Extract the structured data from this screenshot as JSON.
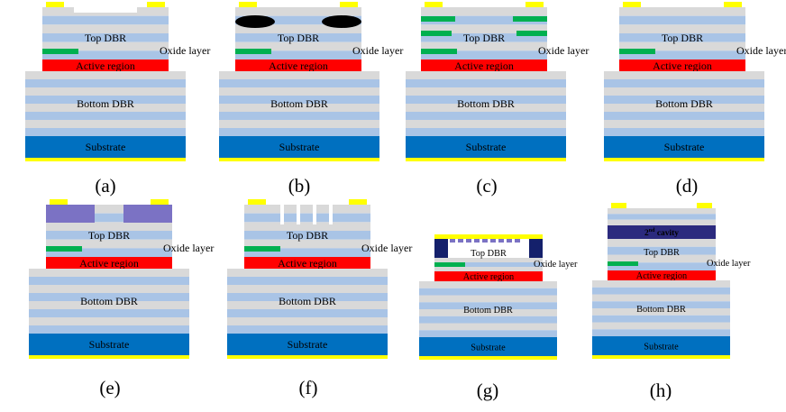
{
  "colors": {
    "light_layer": "#d9d9d9",
    "blue_layer": "#a9c4e6",
    "active": "#ff0000",
    "oxide": "#00b050",
    "substrate": "#0070c0",
    "contact": "#ffff00",
    "black_void": "#000000",
    "purple_block": "#7b72c4",
    "navy_block": "#14206b",
    "cavity": "#2b2a7e",
    "grating": "#7b72c4"
  },
  "labels": {
    "top_dbr": "Top DBR",
    "oxide_layer": "Oxide layer",
    "active_region": "Active region",
    "bottom_dbr": "Bottom DBR",
    "substrate": "Substrate",
    "cavity_main": "2",
    "cavity_sup": "nd",
    "cavity_rest": " cavity"
  },
  "panels": [
    {
      "id": "a",
      "caption": "(a)",
      "variant": "relief"
    },
    {
      "id": "b",
      "caption": "(b)",
      "variant": "voids"
    },
    {
      "id": "c",
      "caption": "(c)",
      "variant": "multi-oxide"
    },
    {
      "id": "d",
      "caption": "(d)",
      "variant": "plain"
    },
    {
      "id": "e",
      "caption": "(e)",
      "variant": "blocks"
    },
    {
      "id": "f",
      "caption": "(f)",
      "variant": "holes"
    },
    {
      "id": "g",
      "caption": "(g)",
      "variant": "grating"
    },
    {
      "id": "h",
      "caption": "(h)",
      "variant": "cavity"
    }
  ]
}
